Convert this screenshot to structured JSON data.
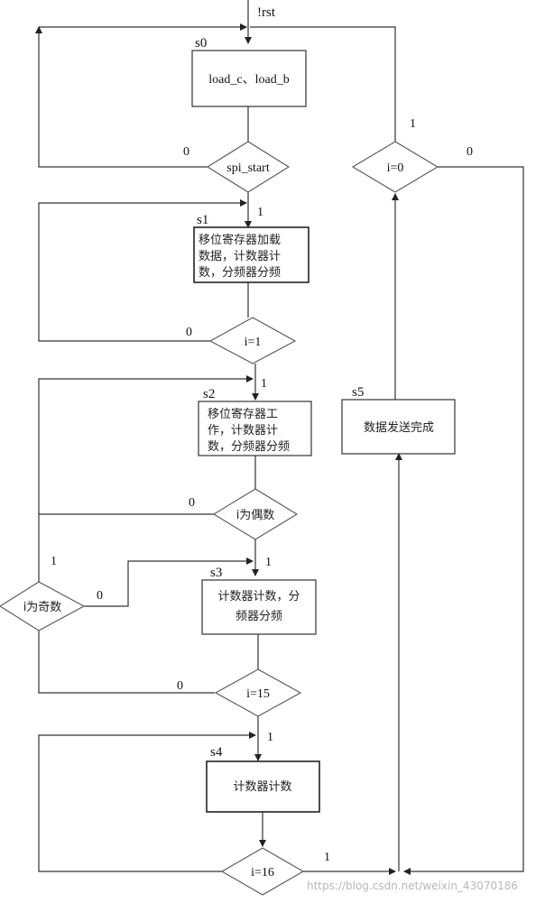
{
  "reset_label": "!rst",
  "states": {
    "s0": {
      "label": "s0",
      "text": "load_c、load_b"
    },
    "s1": {
      "label": "s1",
      "lines": [
        "移位寄存器加载",
        "数据，计数器计",
        "数，分频器分频"
      ]
    },
    "s2": {
      "label": "s2",
      "lines": [
        "移位寄存器工",
        "作，计数器计",
        "数，分频器分频"
      ]
    },
    "s3": {
      "label": "s3",
      "lines": [
        "计数器计数，分",
        "频器分频"
      ]
    },
    "s4": {
      "label": "s4",
      "text": "计数器计数"
    },
    "s5": {
      "label": "s5",
      "text": "数据发送完成"
    }
  },
  "decisions": {
    "spi_start": {
      "text": "spi_start",
      "yes": "1",
      "no": "0"
    },
    "i1": {
      "text": "i=1",
      "yes": "1",
      "no": "0"
    },
    "even": {
      "text": "i为偶数",
      "yes": "1",
      "no": "0"
    },
    "odd": {
      "text": "i为奇数",
      "yes": "1",
      "no": "0"
    },
    "i15": {
      "text": "i=15",
      "yes": "1",
      "no": "0"
    },
    "i16": {
      "text": "i=16",
      "yes": "1"
    },
    "i0": {
      "text": "i=0",
      "yes": "1",
      "no": "0"
    }
  },
  "watermark": "https://blog.csdn.net/weixin_43070186"
}
